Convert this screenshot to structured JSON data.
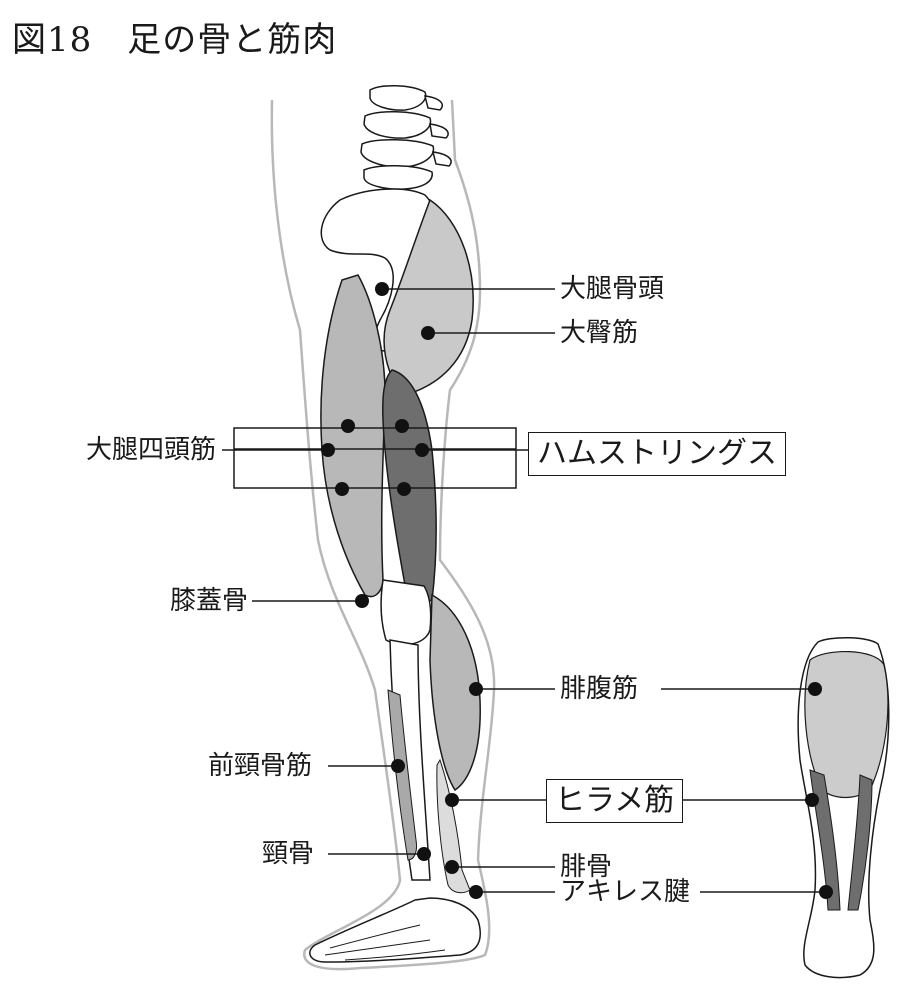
{
  "figure": {
    "title": "図18　足の骨と筋肉",
    "labels": {
      "femoral_head": "大腿骨頭",
      "gluteus": "大臀筋",
      "quadriceps": "大腿四頭筋",
      "hamstrings": "ハムストリングス",
      "patella": "膝蓋骨",
      "gastrocnemius": "腓腹筋",
      "tibialis_anterior": "前頸骨筋",
      "soleus": "ヒラメ筋",
      "tibia": "頸骨",
      "fibula": "腓骨",
      "achilles": "アキレス腱"
    }
  },
  "colors": {
    "ink": "#1a1a1a",
    "muscle_light": "#c9c9c9",
    "muscle_mid": "#a9a9a9",
    "muscle_dark": "#6e6e6e",
    "bone": "#ffffff",
    "outline_gray": "#b8b8b8"
  }
}
